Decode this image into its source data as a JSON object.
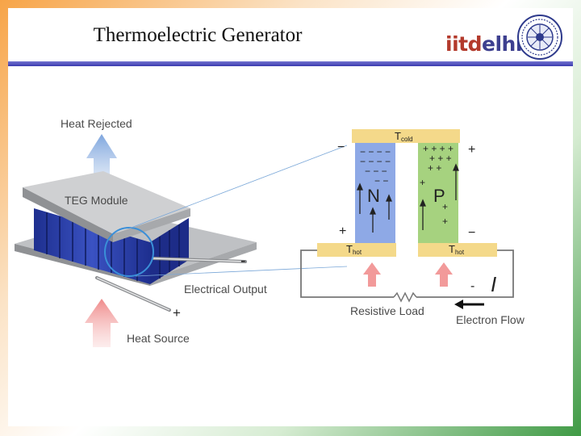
{
  "slide": {
    "title": "Thermoelectric Generator",
    "logo": {
      "text_left": "iitd",
      "text_right": "elhi"
    }
  },
  "teg_module": {
    "heat_rejected": "Heat Rejected",
    "module_label": "TEG Module",
    "electrical_output": "Electrical Output",
    "heat_source": "Heat Source",
    "minus": "-",
    "plus": "+"
  },
  "circuit": {
    "t_cold": {
      "main": "T",
      "sub": "cold"
    },
    "t_hot_left": {
      "main": "T",
      "sub": "hot"
    },
    "t_hot_right": {
      "main": "T",
      "sub": "hot"
    },
    "n_label": "N",
    "p_label": "P",
    "n_top_sign": "−",
    "p_top_sign": "+",
    "n_bottom_sign": "+",
    "p_bottom_sign": "−",
    "resistive_load": "Resistive Load",
    "electron_flow": "Electron Flow",
    "current_symbol": "I",
    "current_minus": "-"
  },
  "colors": {
    "title_rule": "#3b3bb0",
    "n_type": "#8ea9e6",
    "p_type": "#a6d27f",
    "electrode": "#f4d98a",
    "heat_arrow": "#f29a9a",
    "reject_arrow": "#a9c3e8"
  }
}
